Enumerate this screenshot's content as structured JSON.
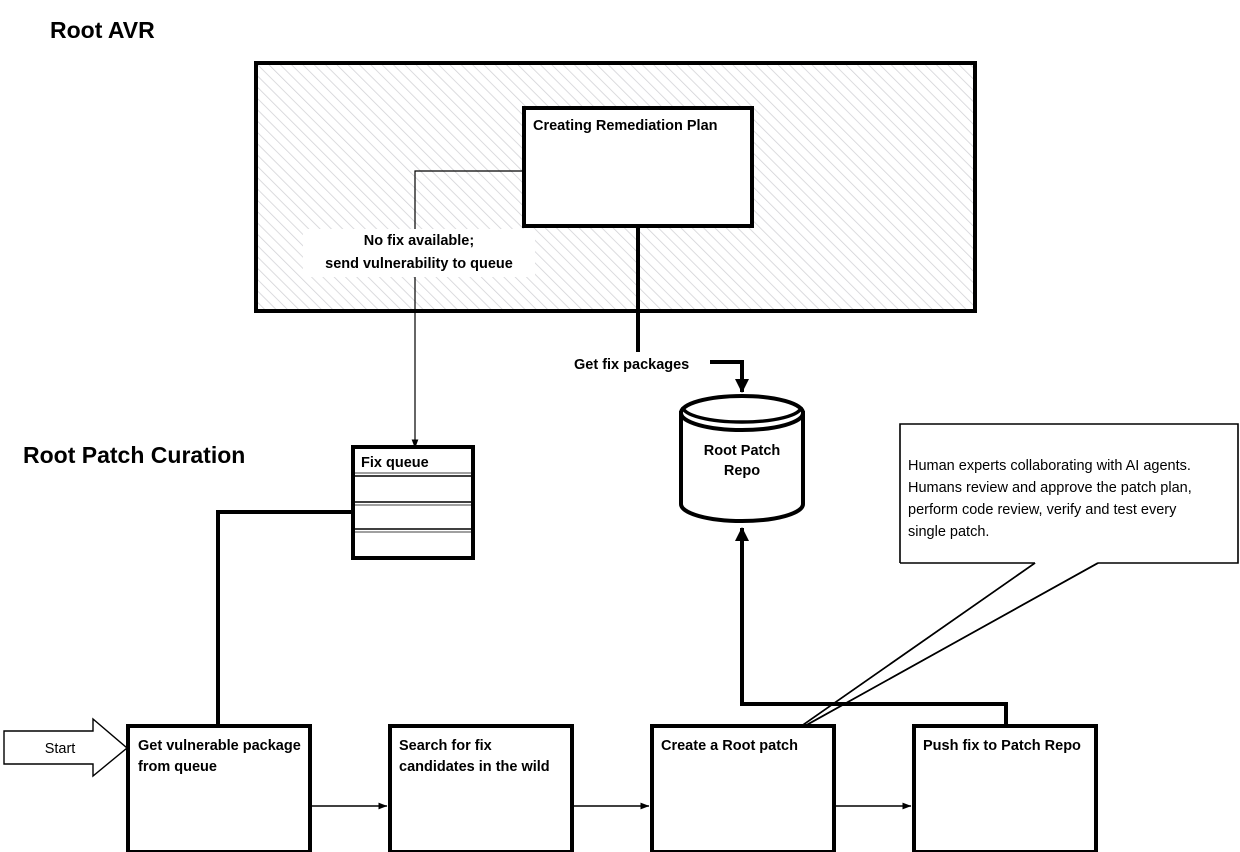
{
  "diagram": {
    "title_sections": [
      {
        "id": "root-avr",
        "label": "Root AVR"
      },
      {
        "id": "root-patch-curation",
        "label": "Root Patch Curation"
      }
    ],
    "nodes": {
      "creating_remediation_plan": "Creating Remediation Plan",
      "fix_queue": "Fix queue",
      "root_patch_repo_line1": "Root Patch",
      "root_patch_repo_line2": "Repo",
      "get_vulnerable_package_line1": "Get vulnerable package",
      "get_vulnerable_package_line2": "from queue",
      "search_for_fix_line1": "Search for fix",
      "search_for_fix_line2": "candidates in the wild",
      "create_root_patch": "Create a Root patch",
      "push_fix_to_patch_repo": "Push fix to Patch Repo",
      "start": "Start"
    },
    "edge_labels": {
      "no_fix_line1": "No fix available;",
      "no_fix_line2": "send vulnerability to queue",
      "get_fix_packages": "Get fix packages"
    },
    "callout": {
      "line1": "Human experts collaborating with AI agents.",
      "line2": "Humans review and approve the patch plan,",
      "line3": "perform code review, verify and test every",
      "line4": "single patch."
    },
    "colors": {
      "stroke": "#000000",
      "background": "#ffffff",
      "hatch": "#d0d0d4",
      "queue_rule": "#808080"
    }
  }
}
